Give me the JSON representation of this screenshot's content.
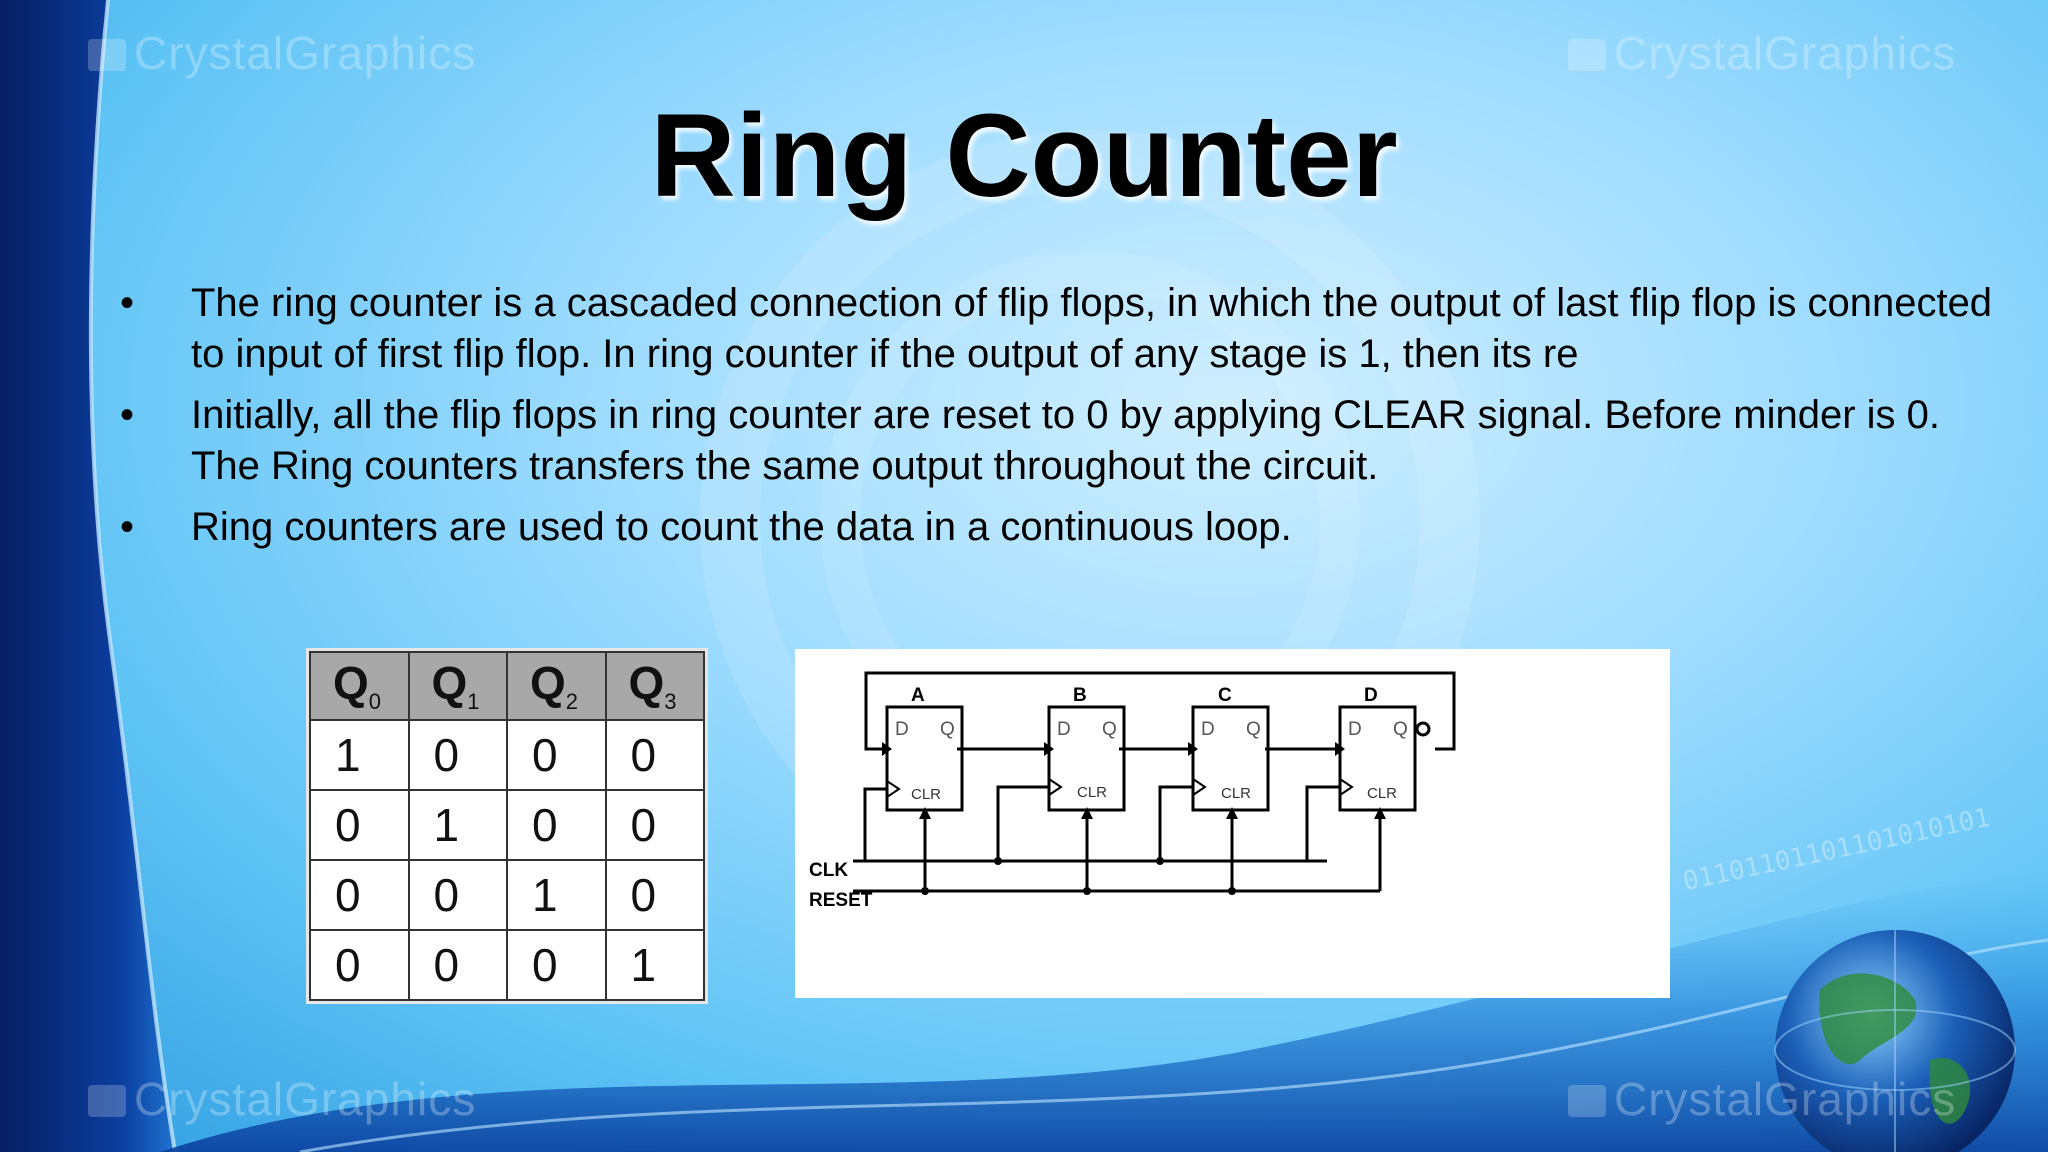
{
  "title": "Ring Counter",
  "watermark_text": "CrystalGraphics",
  "bullets": [
    {
      "marker": "•",
      "text": "The ring counter is a cascaded connection of flip flops, in which the output of last flip flop is connected to input of first flip flop. In ring counter if the output of any stage is 1, then its re"
    },
    {
      "marker": "•",
      "text": "Initially, all the flip flops in ring counter are reset to 0 by applying CLEAR signal. Before minder is 0. The Ring counters transfers the same output throughout the circuit."
    },
    {
      "marker": "•",
      "text": "Ring counters are used to count the data in a continuous loop."
    }
  ],
  "truth_table": {
    "headers": [
      {
        "base": "Q",
        "sub": "0"
      },
      {
        "base": "Q",
        "sub": "1"
      },
      {
        "base": "Q",
        "sub": "2"
      },
      {
        "base": "Q",
        "sub": "3"
      }
    ],
    "rows": [
      [
        "1",
        "0",
        "0",
        "0"
      ],
      [
        "0",
        "1",
        "0",
        "0"
      ],
      [
        "0",
        "0",
        "1",
        "0"
      ],
      [
        "0",
        "0",
        "0",
        "1"
      ]
    ]
  },
  "circuit": {
    "flip_flops": [
      {
        "name": "A",
        "d": "D",
        "q": "Q",
        "clr": "CLR"
      },
      {
        "name": "B",
        "d": "D",
        "q": "Q",
        "clr": "CLR"
      },
      {
        "name": "C",
        "d": "D",
        "q": "Q",
        "clr": "CLR"
      },
      {
        "name": "D",
        "d": "D",
        "q": "Q",
        "clr": "CLR"
      }
    ],
    "clk_label": "CLK",
    "reset_label": "RESET"
  },
  "binary_decor": "01101101101101010101",
  "colors": {
    "background_light": "#cfeeff",
    "background_mid": "#5ec3f5",
    "swoosh_dark": "#0a2a7a",
    "table_header": "#a8a8a8",
    "text": "#000000"
  }
}
